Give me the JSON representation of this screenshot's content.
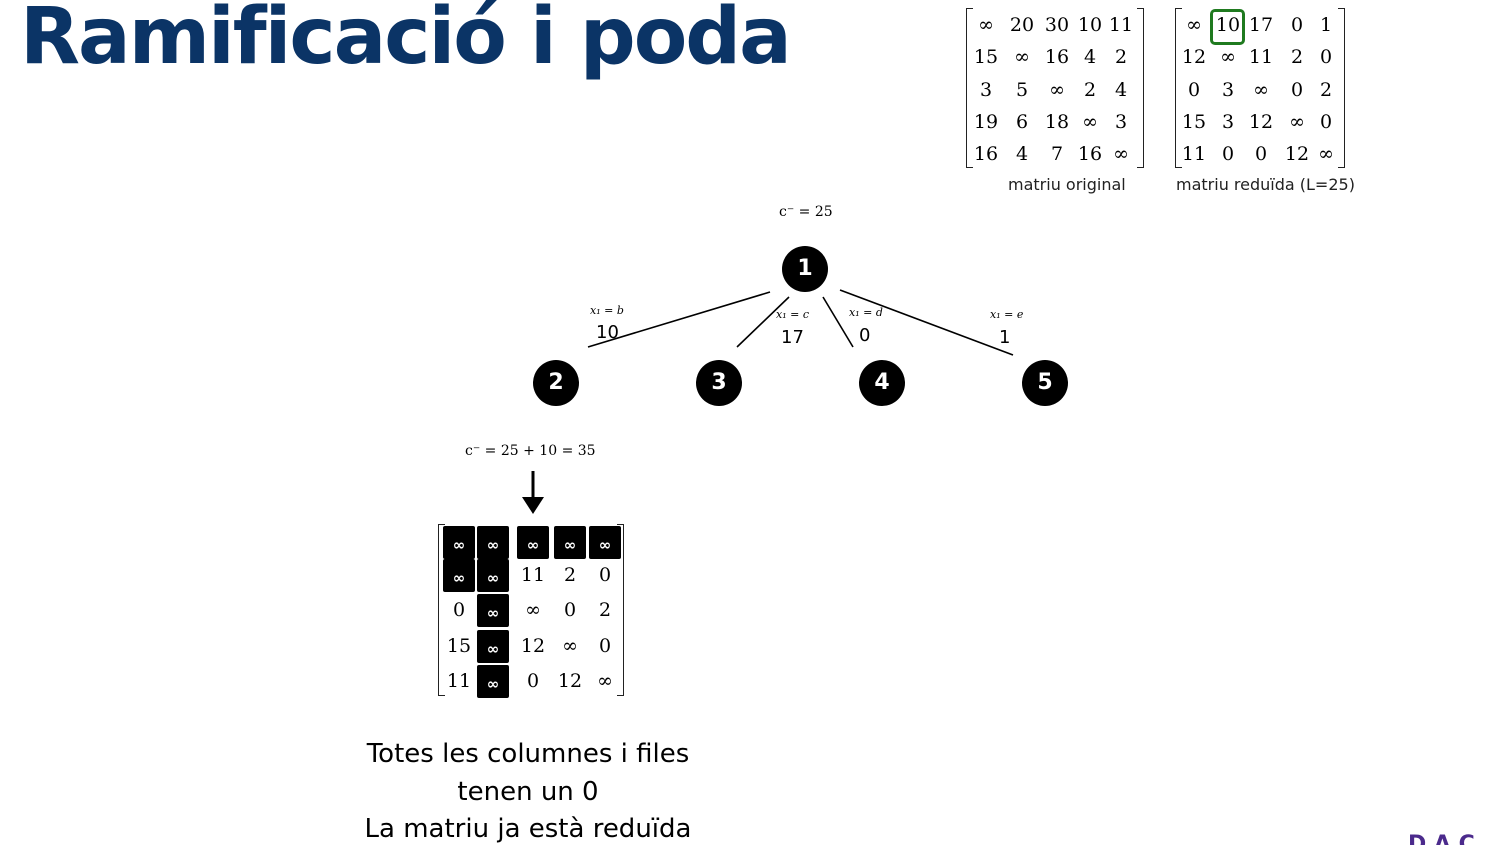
{
  "title": "Ramificació i poda",
  "original_matrix": {
    "caption": "matriu original",
    "rows": [
      [
        "∞",
        "20",
        "30",
        "10",
        "11"
      ],
      [
        "15",
        "∞",
        "16",
        "4",
        "2"
      ],
      [
        "3",
        "5",
        "∞",
        "2",
        "4"
      ],
      [
        "19",
        "6",
        "18",
        "∞",
        "3"
      ],
      [
        "16",
        "4",
        "7",
        "16",
        "∞"
      ]
    ]
  },
  "reduced_matrix": {
    "caption": "matriu reduïda (L=25)",
    "rows": [
      [
        "∞",
        "10",
        "17",
        "0",
        "1"
      ],
      [
        "12",
        "∞",
        "11",
        "2",
        "0"
      ],
      [
        "0",
        "3",
        "∞",
        "0",
        "2"
      ],
      [
        "15",
        "3",
        "12",
        "∞",
        "0"
      ],
      [
        "11",
        "0",
        "0",
        "12",
        "∞"
      ]
    ],
    "highlight_color": "#1f7a1f"
  },
  "tree": {
    "root_cost": "c⁻ = 25",
    "root": "1",
    "children": [
      {
        "node": "2",
        "edge_label": "x₁ = b",
        "edge_value": "10"
      },
      {
        "node": "3",
        "edge_label": "x₁ = c",
        "edge_value": "17"
      },
      {
        "node": "4",
        "edge_label": "x₁ = d",
        "edge_value": "0"
      },
      {
        "node": "5",
        "edge_label": "x₁ = e",
        "edge_value": "1"
      }
    ],
    "child_cost": "c⁻ = 25 + 10 = 35"
  },
  "bottom_matrix": {
    "rows": [
      [
        "∞",
        "∞",
        "∞",
        "∞",
        "∞"
      ],
      [
        "∞",
        "∞",
        "11",
        "2",
        "0"
      ],
      [
        "0",
        "∞",
        "∞",
        "0",
        "2"
      ],
      [
        "15",
        "∞",
        "12",
        "∞",
        "0"
      ],
      [
        "11",
        "∞",
        "0",
        "12",
        "∞"
      ]
    ]
  },
  "footer": {
    "line1": "Totes les columnes i files",
    "line2": "tenen un 0",
    "line3": "La matriu ja està reduïda"
  },
  "colors": {
    "title": "#0b3466",
    "node": "#000000"
  }
}
